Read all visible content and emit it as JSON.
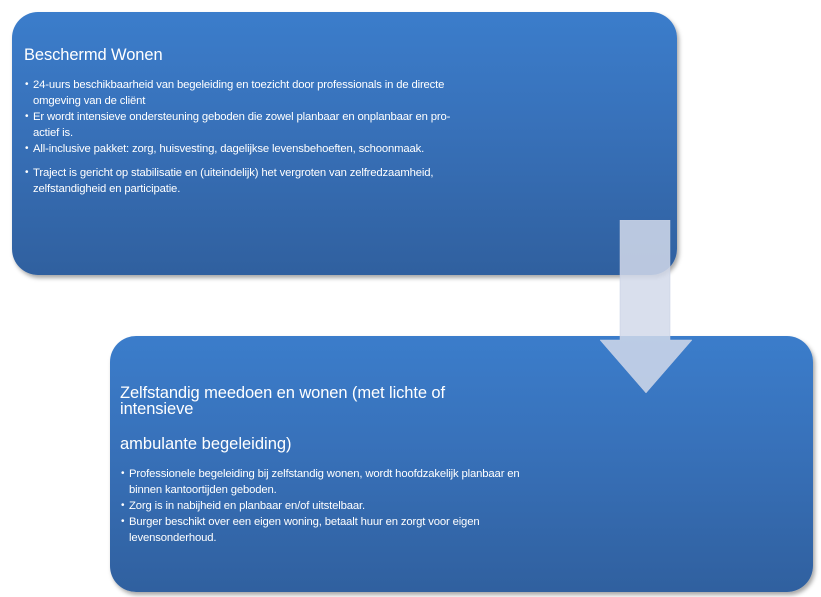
{
  "diagram": {
    "colors": {
      "box_gradient_top": "#3b7dcb",
      "box_gradient_bottom": "#30609f",
      "arrow_fill": "#d2d9ea",
      "text": "#ffffff"
    },
    "box1": {
      "title": "Beschermd Wonen",
      "bullets": [
        "24-uurs beschikbaarheid van begeleiding en toezicht door professionals in de directe omgeving van de cliënt",
        "Er wordt intensieve ondersteuning geboden die zowel planbaar en onplanbaar en pro-actief is.",
        "All-inclusive pakket: zorg, huisvesting, dagelijkse levensbehoeften, schoonmaak.",
        "Traject is gericht op stabilisatie en (uiteindelijk) het vergroten van zelfredzaamheid, zelfstandigheid en participatie."
      ]
    },
    "arrow": {
      "direction": "down",
      "icon": "down-arrow-icon"
    },
    "box2": {
      "title_line1": "Zelfstandig meedoen en wonen (met lichte of intensieve",
      "title_line2": "ambulante begeleiding)",
      "bullets": [
        "Professionele begeleiding bij zelfstandig wonen, wordt hoofdzakelijk planbaar en binnen kantoortijden geboden.",
        "Zorg is in nabijheid en planbaar en/of uitstelbaar.",
        "Burger beschikt over een eigen woning, betaalt huur en zorgt voor eigen levensonderhoud."
      ]
    },
    "bullet_glyph": "•"
  }
}
